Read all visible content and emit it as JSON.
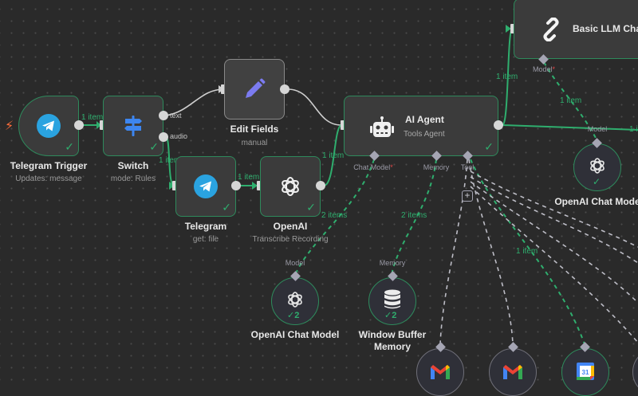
{
  "app": "n8n workflow editor",
  "colors": {
    "success": "#2fae6e",
    "background": "#2a2a2a",
    "node_bg": "#3b3b3b",
    "trigger_bolt": "#ff6d3a",
    "required": "#e04848"
  },
  "nodes": {
    "telegram_trigger": {
      "title": "Telegram Trigger",
      "subtitle": "Updates: message",
      "icon": "telegram-icon",
      "status": "success"
    },
    "switch": {
      "title": "Switch",
      "subtitle": "mode: Rules",
      "icon": "signpost-icon",
      "status": "success",
      "outputs": [
        "text",
        "audio"
      ]
    },
    "edit_fields": {
      "title": "Edit Fields",
      "subtitle": "manual",
      "icon": "pencil-icon"
    },
    "telegram": {
      "title": "Telegram",
      "subtitle": "get: file",
      "icon": "telegram-icon",
      "status": "success"
    },
    "openai": {
      "title": "OpenAI",
      "subtitle": "Transcribe Recording",
      "icon": "openai-icon",
      "status": "success"
    },
    "ai_agent": {
      "title": "AI Agent",
      "subtitle": "Tools Agent",
      "icon": "robot-icon",
      "status": "success",
      "ports": {
        "chat_model": "Chat Model",
        "memory": "Memory",
        "tool": "Tool"
      }
    },
    "basic_llm_chain": {
      "title": "Basic LLM Cha",
      "icon": "link-icon",
      "port": "Model"
    },
    "openai_chat_model_1": {
      "title": "OpenAI Chat Model",
      "port": "Model",
      "icon": "openai-icon",
      "count": "2"
    },
    "window_buffer_memory": {
      "title": "Window Buffer",
      "title2": "Memory",
      "port": "Memory",
      "icon": "database-icon",
      "count": "2"
    },
    "openai_chat_model_2": {
      "title": "OpenAI Chat Mode",
      "port": "Model",
      "icon": "openai-icon"
    },
    "gmail_1": {
      "icon": "gmail-icon"
    },
    "gmail_2": {
      "icon": "gmail-icon"
    },
    "google_calendar": {
      "icon": "google-calendar-icon",
      "calendar_day": "31"
    }
  },
  "edge_labels": {
    "trigger_to_switch": "1 item",
    "switch_audio_to_telegram": "1 item",
    "telegram_to_openai": "1 item",
    "openai_to_agent": "1 item",
    "agent_to_llm": "1 item",
    "llm_model": "1 item",
    "agent_chatmodel": "2 items",
    "agent_memory": "2 items",
    "agent_tool_calendar": "1 item",
    "right_edge": "1 i"
  },
  "required_marker": "*",
  "plus_symbol": "+",
  "check_symbol": "✓",
  "bolt_symbol": "⚡"
}
